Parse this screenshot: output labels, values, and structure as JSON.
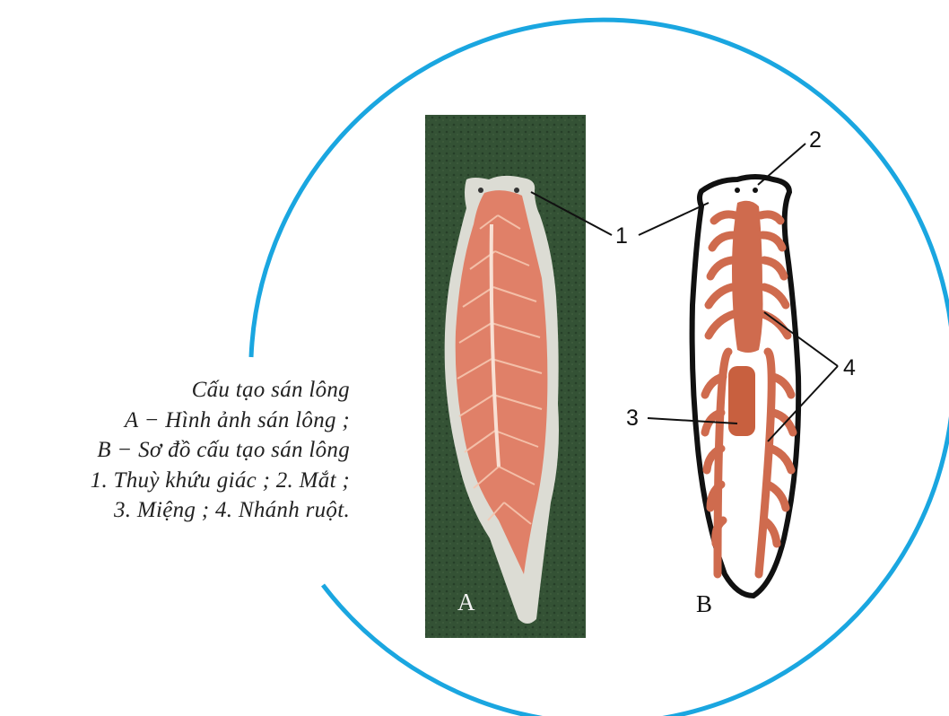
{
  "caption": {
    "title": "Cấu tạo sán lông",
    "line_a": "A − Hình ảnh sán lông ;",
    "line_b": "B − Sơ đồ cấu tạo sán lông",
    "line_c": "1. Thuỳ khứu giác ; 2. Mắt ;",
    "line_d": "3. Miệng ; 4. Nhánh ruột."
  },
  "panels": {
    "a_label": "A",
    "b_label": "B"
  },
  "callouts": {
    "n1": "1",
    "n2": "2",
    "n3": "3",
    "n4": "4"
  },
  "colors": {
    "ring": "#1aa6e0",
    "photo_bg": "#2e4a30",
    "body_pale": "#dfe0dc",
    "gut": "#d9735a",
    "outline": "#111111"
  }
}
